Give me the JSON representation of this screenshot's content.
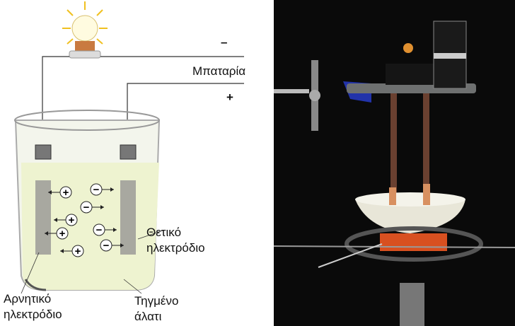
{
  "diagram": {
    "battery_label": "Μπαταρία",
    "minus_sign": "–",
    "plus_sign": "+",
    "positive_electrode": [
      "Θετικό",
      "ηλεκτρόδιο"
    ],
    "negative_electrode": [
      "Αρνητικό",
      "ηλεκτρόδιο"
    ],
    "molten_salt": [
      "Τηγμένο",
      "άλατι"
    ],
    "cation_symbol": "+",
    "anion_symbol": "−"
  },
  "colors": {
    "liquid": "#eef3d0",
    "electrode": "#a8a8a0",
    "photo_background": "#0a0a0a"
  }
}
